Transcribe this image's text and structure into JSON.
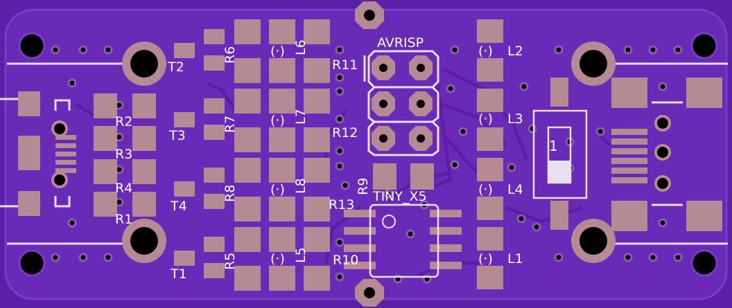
{
  "board": {
    "colors": {
      "background": "#5c1fa8",
      "board": "#6a2ab8",
      "board_edge": "#7a3cc8",
      "trace": "#58189e",
      "pad": "#b68a95",
      "hole": "#000000",
      "silk": "#e8e0f0",
      "via": "#a07aa0"
    },
    "labels": {
      "avrisp": "AVRISP",
      "tiny": "TINY_X5",
      "r11": "R11",
      "r12": "R12",
      "r13": "R13",
      "r10": "R10",
      "r9": "R9",
      "r1": "R1",
      "r2": "R2",
      "r3": "R3",
      "r4": "R4",
      "r5": "R5",
      "r6": "R6",
      "r7": "R7",
      "r8": "R8",
      "t1": "T1",
      "t2": "T2",
      "t3": "T3",
      "t4": "T4",
      "l1": "L1",
      "l2": "L2",
      "l3": "L3",
      "l4": "L4",
      "l5": "L5",
      "l6": "L6",
      "l7": "L7",
      "l8": "L8",
      "switch_num": "1",
      "led_marker": "(·)"
    }
  }
}
